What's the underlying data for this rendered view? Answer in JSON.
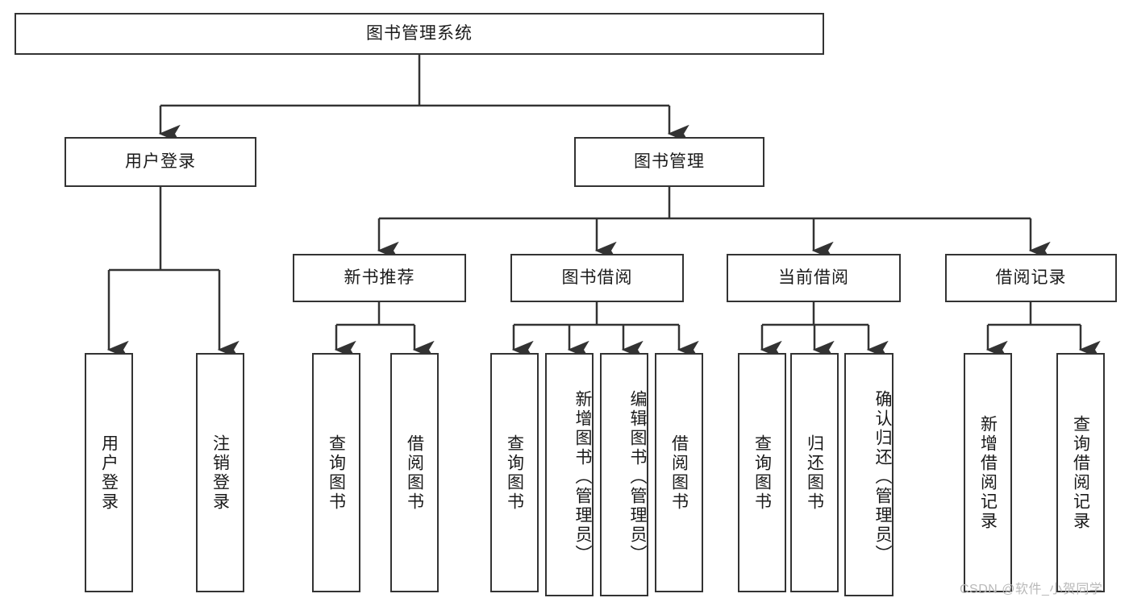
{
  "diagram": {
    "type": "hierarchy-tree",
    "title": "图书管理系统",
    "root": {
      "label": "图书管理系统"
    },
    "level2": [
      {
        "label": "用户登录"
      },
      {
        "label": "图书管理"
      }
    ],
    "level3": [
      {
        "label": "新书推荐"
      },
      {
        "label": "图书借阅"
      },
      {
        "label": "当前借阅"
      },
      {
        "label": "借阅记录"
      }
    ],
    "leaves_user_login": [
      {
        "label": "用户登录"
      },
      {
        "label": "注销登录"
      }
    ],
    "leaves_new_book": [
      {
        "label": "查询图书"
      },
      {
        "label": "借阅图书"
      }
    ],
    "leaves_borrow": [
      {
        "label": "查询图书"
      },
      {
        "label": "新增图书（管理员）"
      },
      {
        "label": "编辑图书（管理员）"
      },
      {
        "label": "借阅图书"
      }
    ],
    "leaves_current": [
      {
        "label": "查询图书"
      },
      {
        "label": "归还图书"
      },
      {
        "label": "确认归还（管理员）"
      }
    ],
    "leaves_record": [
      {
        "label": "新增借阅记录"
      },
      {
        "label": "查询借阅记录"
      }
    ]
  },
  "watermark": {
    "text": "CSDN @软件_小贺同学"
  },
  "colors": {
    "background": "#ffffff",
    "node_border": "#333333",
    "node_fill": "#ffffff",
    "text": "#1a1a1a",
    "connector": "#333333",
    "watermark": "#b9b9b9"
  }
}
